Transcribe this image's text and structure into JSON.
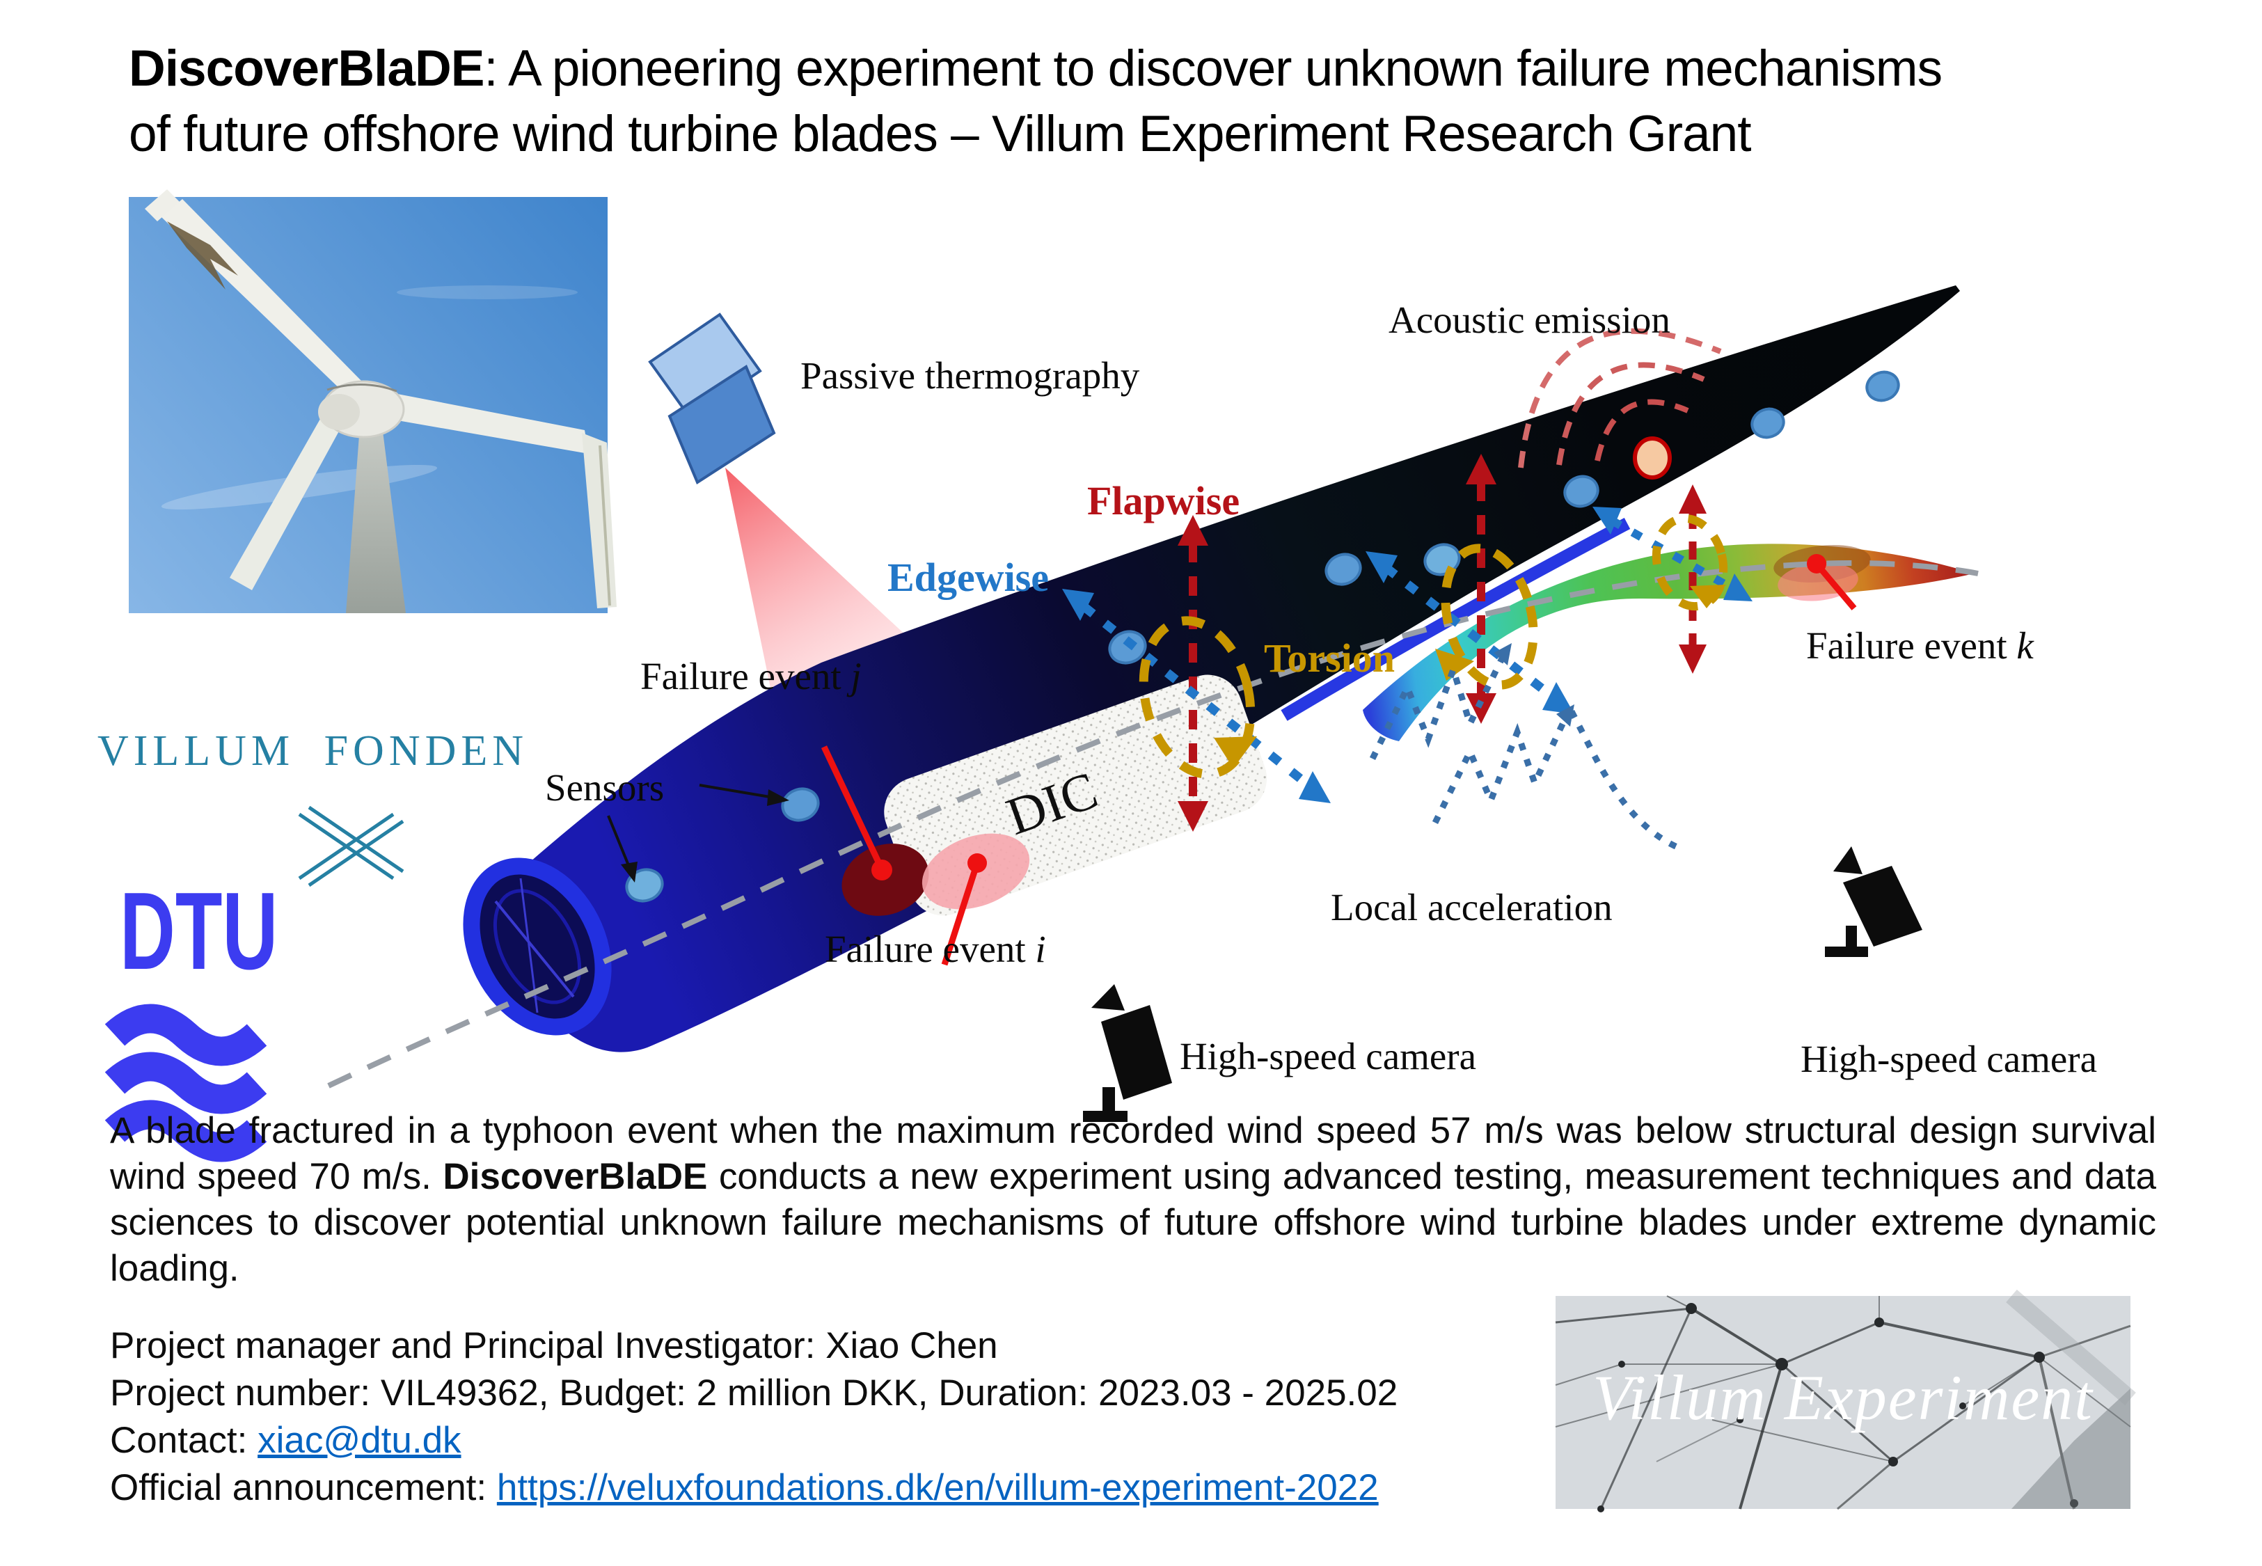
{
  "title": {
    "bold": "DiscoverBlaDE",
    "line1_rest": ": A pioneering experiment to discover unknown failure mechanisms",
    "line2": "of future offshore wind turbine blades – Villum Experiment Research Grant"
  },
  "diagram": {
    "passive_thermography": "Passive thermography",
    "acoustic_emission": "Acoustic emission",
    "flapwise": "Flapwise",
    "edgewise": "Edgewise",
    "torsion": "Torsion",
    "sensors": "Sensors",
    "dic": "DIC",
    "local_acceleration": "Local acceleration",
    "high_speed_camera_bottom": "High-speed camera",
    "high_speed_camera_right": "High-speed camera",
    "failure_event_prefix": "Failure event",
    "failure_event_i_var": "i",
    "failure_event_j_var": "j",
    "failure_event_k_var": "k"
  },
  "logos": {
    "villum_fonden": "VILLUM FONDEN",
    "dtu": "DTU",
    "villum_experiment": "Villum Experiment"
  },
  "paragraph": {
    "before_bold": "A blade fractured in a typhoon event when the maximum recorded wind speed 57 m/s was below structural design survival wind speed 70 m/s. ",
    "bold": "DiscoverBlaDE",
    "after_bold": " conducts a new experiment using advanced testing, measurement techniques and data sciences to discover potential unknown failure mechanisms of future offshore wind turbine blades under extreme dynamic loading."
  },
  "project": {
    "line1": "Project manager and Principal Investigator: Xiao Chen",
    "line2": "Project number: VIL49362, Budget: 2 million DKK, Duration: 2023.03 - 2025.02",
    "contact_label": "Contact: ",
    "contact_link": "xiac@dtu.dk",
    "announcement_label": "Official announcement: ",
    "announcement_link": "https://veluxfoundations.dk/en/villum-experiment-2022"
  },
  "icons": {
    "thermography_projector": "blue-parallelogram-projector",
    "high_speed_camera": "black-cctv-camera-silhouette",
    "sensor_dot": "blue-ellipse",
    "triggered_sensor_dot": "orange-ellipse-red-ring",
    "villum_mark": "crossed-lines-x",
    "dtu_waves": "three-wavy-ribbons"
  },
  "colors": {
    "flapwise_red": "#B51218",
    "edgewise_blue": "#2277C8",
    "torsion_gold": "#C79600",
    "failure_red": "#EE1111",
    "villum_teal": "#2580A3",
    "dtu_blue": "#3C3CF0",
    "link_blue": "#0563C1",
    "sensor_blue": "#5B9BD5"
  }
}
